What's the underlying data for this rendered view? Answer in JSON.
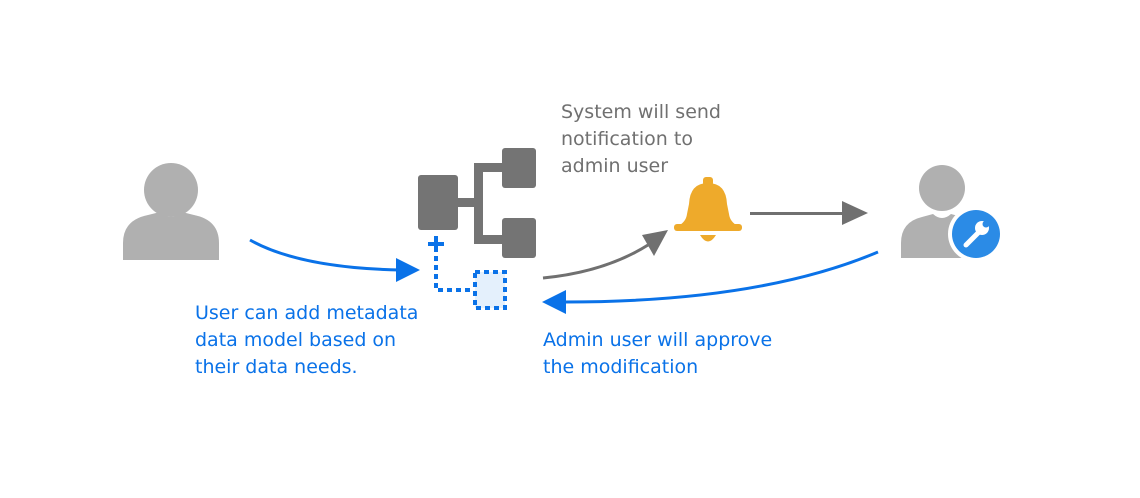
{
  "colors": {
    "blue": "#0a72e8",
    "gray": "#707070",
    "person": "#b0b0b0",
    "bell": "#eeaa2b",
    "badge": "#2b8be6",
    "hierarchy": "#747474",
    "new_node_fill": "#e4f0fc"
  },
  "icons": {
    "user": "person-icon",
    "hierarchy": "hierarchy-icon",
    "new_node": "new-node-dashed-icon",
    "plus": "plus-icon",
    "bell": "bell-icon",
    "admin": "admin-person-icon",
    "wrench": "wrench-icon"
  },
  "labels": {
    "system": [
      "System will send",
      "notification to",
      "admin user"
    ],
    "user": [
      "User can add metadata",
      "data model based on",
      "their data needs."
    ],
    "admin": [
      "Admin user will approve",
      "the modification"
    ]
  }
}
